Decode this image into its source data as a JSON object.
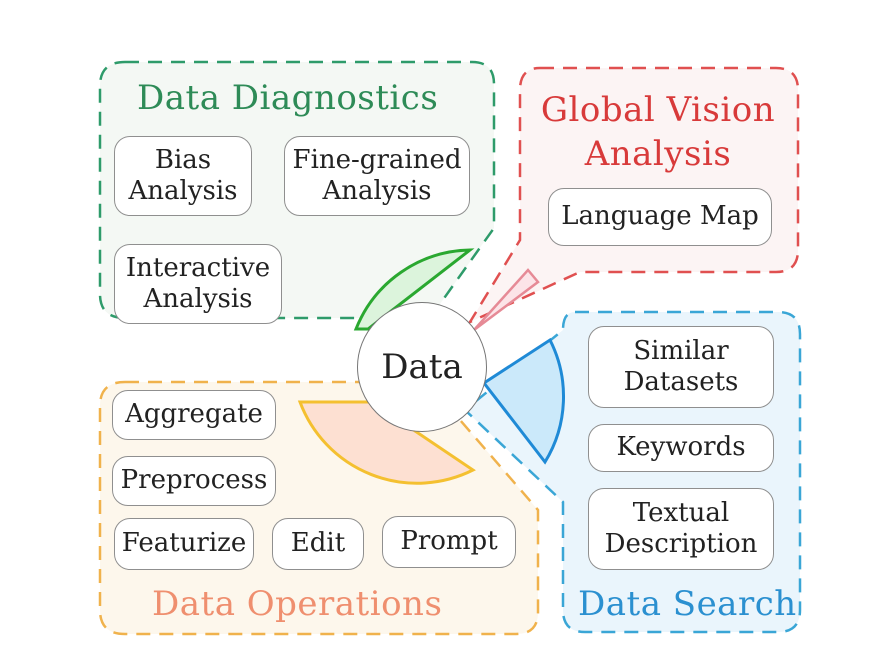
{
  "hub": {
    "label": "Data"
  },
  "sections": {
    "diagnostics": {
      "title": "Data Diagnostics",
      "color": "#2e8b57",
      "wedge_color": "#2aa830",
      "wedge_fill": "#dcf4dc"
    },
    "vision": {
      "title": "Global Vision\nAnalysis",
      "color": "#d83a3a",
      "wedge_color": "#e68a96",
      "wedge_fill": "#fce4e8"
    },
    "search": {
      "title": "Data Search",
      "color": "#2b90d0",
      "wedge_color": "#1f8ad6",
      "wedge_fill": "#cbe9fa"
    },
    "operations": {
      "title": "Data Operations",
      "color": "#ef8f6f",
      "wedge_color": "#f4c030",
      "wedge_fill": "#fde0d2"
    }
  },
  "boxes": {
    "bias_analysis": "Bias\nAnalysis",
    "fine_grained_analysis": "Fine-grained\nAnalysis",
    "interactive_analysis": "Interactive\nAnalysis",
    "language_map": "Language Map",
    "similar_datasets": "Similar\nDatasets",
    "keywords": "Keywords",
    "textual_description": "Textual\nDescription",
    "aggregate": "Aggregate",
    "preprocess": "Preprocess",
    "featurize": "Featurize",
    "edit": "Edit",
    "prompt": "Prompt"
  }
}
